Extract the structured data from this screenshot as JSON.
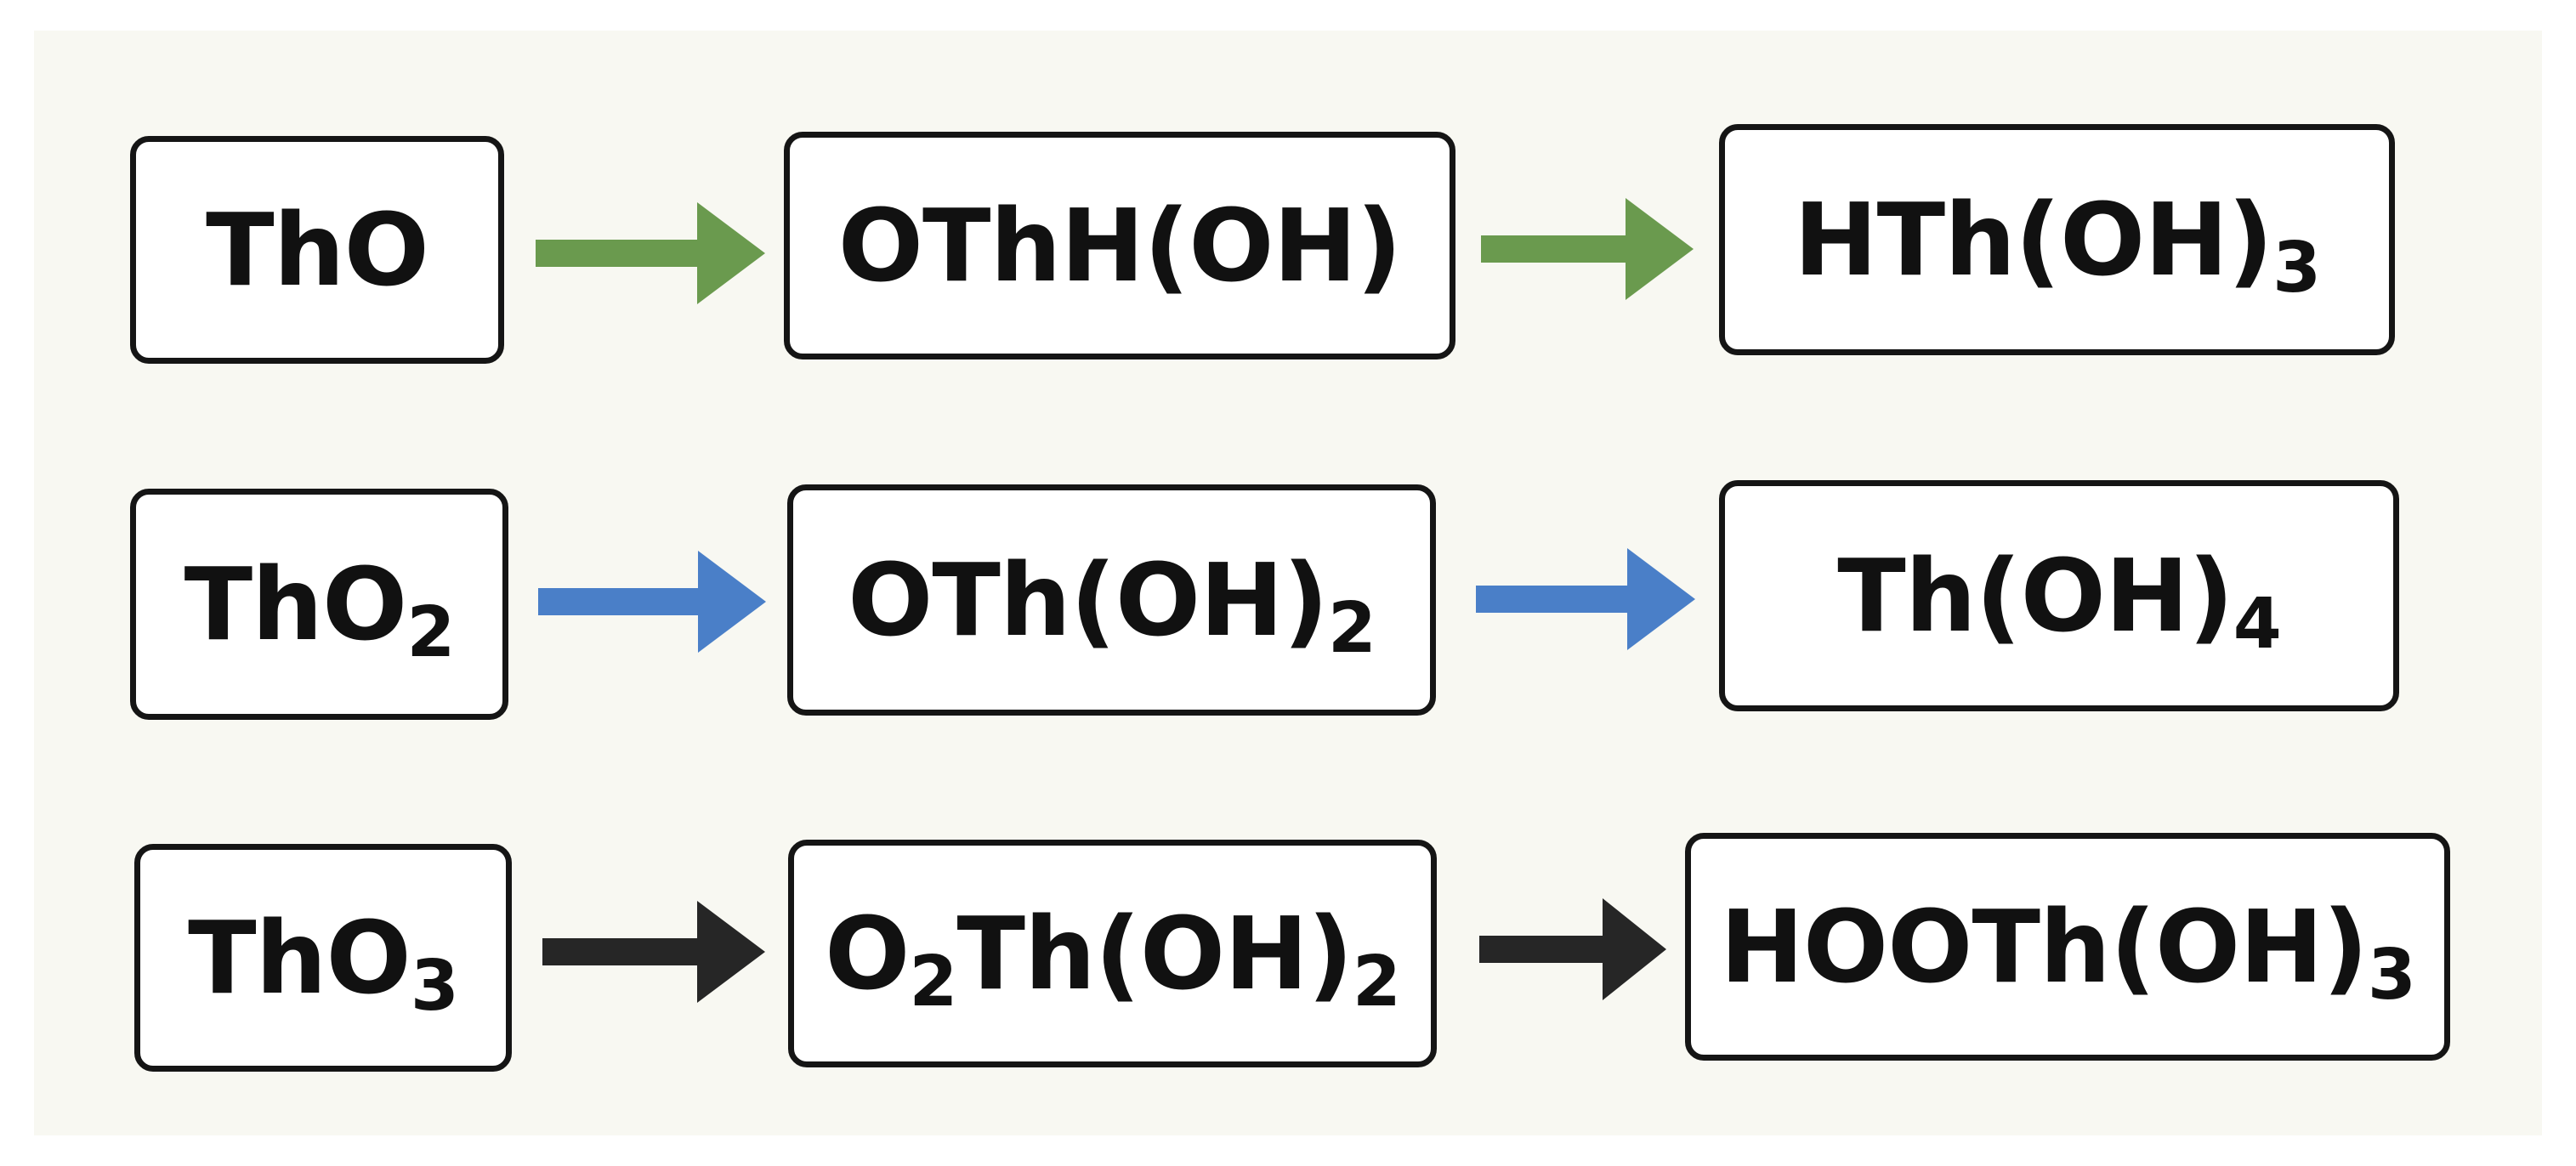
{
  "rows": [
    {
      "arrow_color": "#6a9a4e",
      "steps": [
        {
          "text": "ThO"
        },
        {
          "text": "OThH(OH)"
        },
        {
          "text": "HTh(OH)",
          "sub": "3"
        }
      ]
    },
    {
      "arrow_color": "#4a7fc8",
      "steps": [
        {
          "text": "ThO",
          "sub": "2"
        },
        {
          "text": "OTh(OH)",
          "sub": "2"
        },
        {
          "text": "Th(OH)",
          "sub": "4"
        }
      ]
    },
    {
      "arrow_color": "#262626",
      "steps": [
        {
          "text": "ThO",
          "sub": "3"
        },
        {
          "pre": "O",
          "pre_sub": "2",
          "text": "Th(OH)",
          "sub": "2"
        },
        {
          "text": "HOOTh(OH)",
          "sub": "3"
        }
      ]
    }
  ]
}
